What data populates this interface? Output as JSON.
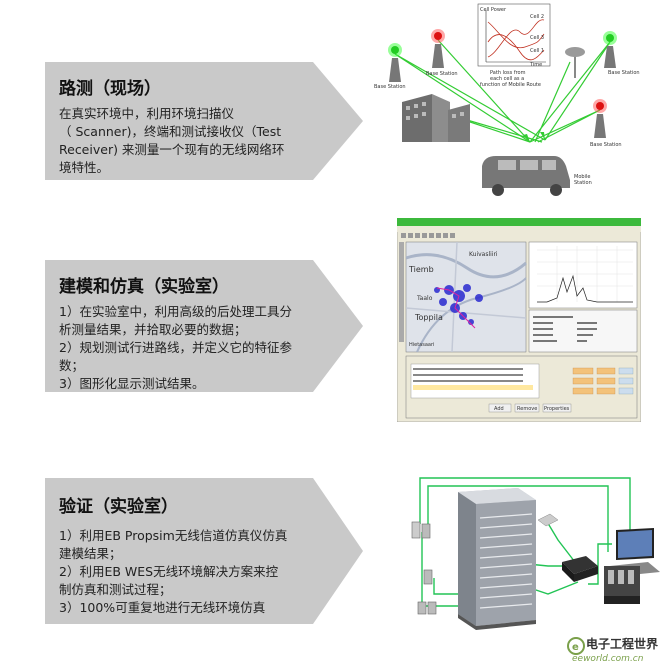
{
  "panels": [
    {
      "title": "路测（现场）",
      "lines": [
        "在真实环境中，利用环境扫描仪",
        "（ Scanner)，终端和测试接收仪（Test",
        "Receiver) 来测量一个现有的无线网络环",
        "境特性。"
      ]
    },
    {
      "title": "建模和仿真（实验室）",
      "lines": [
        "1）在实验室中，利用高级的后处理工具分",
        "析测量结果，并拾取必要的数据；",
        "2）规划测试行进路线，并定义它的特征参",
        "数；",
        "3）图形化显示测试结果。"
      ]
    },
    {
      "title": "验证（实验室）",
      "lines": [
        "1）利用EB Propsim无线信道仿真仪仿真",
        "建模结果；",
        "2）利用EB WES无线环境解决方案来控",
        "制仿真和测试过程；",
        "3）100%可重复地进行无线环境仿真"
      ]
    }
  ],
  "diagram1": {
    "base_station": "Base Station",
    "mobile_station_line1": "Mobile",
    "mobile_station_line2": "Station",
    "cell_power": "Cell Power",
    "time": "Time",
    "cell1": "Cell 1",
    "cell2": "Cell 2",
    "cell3": "Cell 3",
    "caption_line1": "Path loss from",
    "caption_line2": "each cell as a",
    "caption_line3": "function of Mobile Route"
  },
  "diagram2": {
    "map_labels": [
      "Tiemb",
      "Kuivasliiri",
      "Taalo",
      "Toppila",
      "Hietasaari"
    ],
    "buttons": [
      "Add",
      "Remove",
      "Properties"
    ]
  },
  "watermark": {
    "brand": "电子工程世界",
    "url": "eeworld.com.cn"
  },
  "colors": {
    "panel_gray": "#c9c9c9",
    "cable_green": "#22c455",
    "signal_green": "#33cc33",
    "signal_red": "#e02020"
  }
}
